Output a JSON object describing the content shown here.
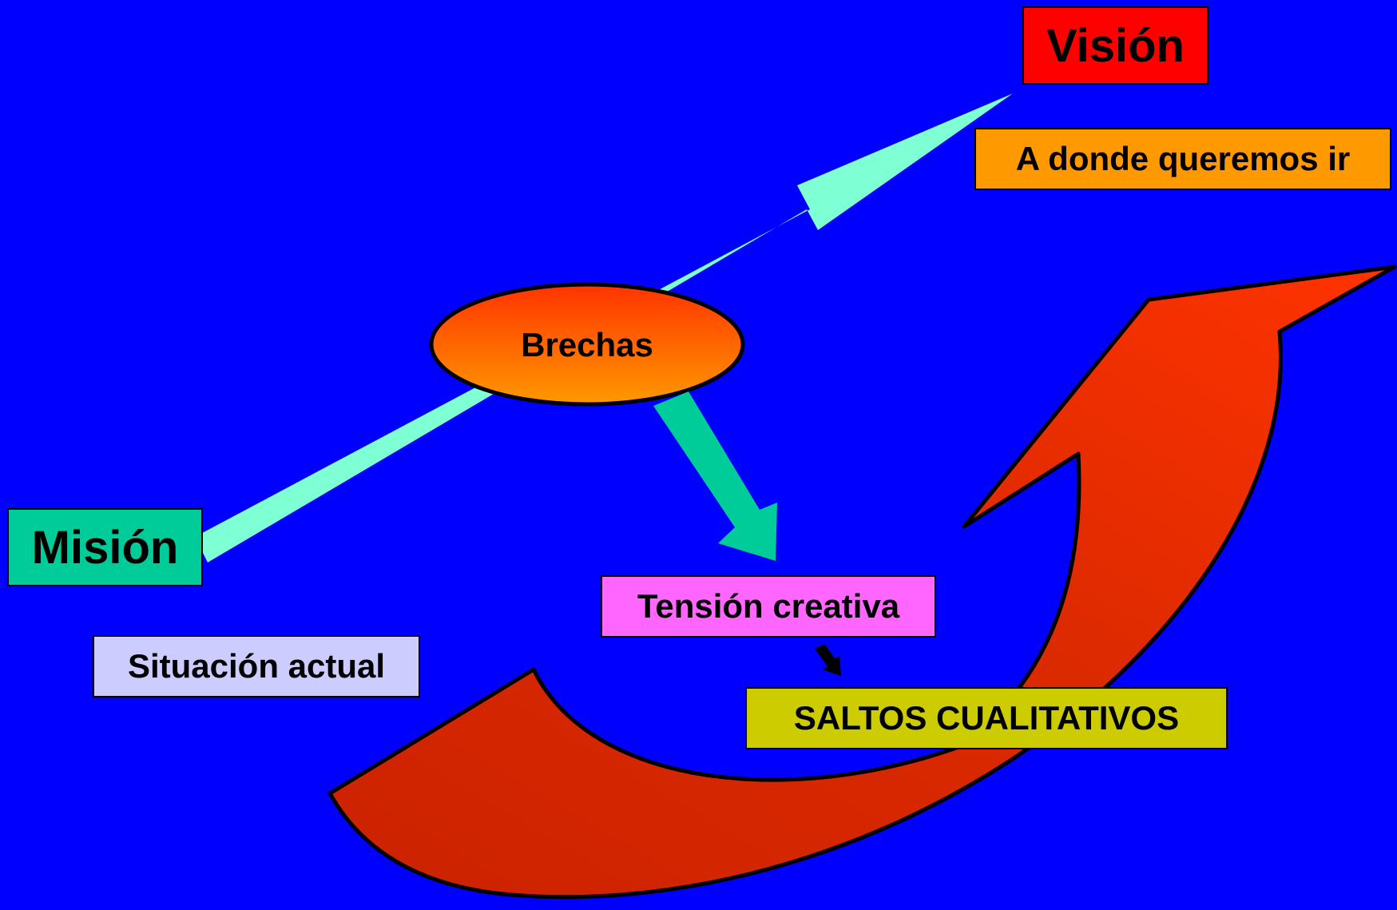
{
  "diagram": {
    "vision": "Visión",
    "goal": "A donde queremos ir",
    "mission": "Misión",
    "current_situation": "Situación actual",
    "gaps": "Brechas",
    "creative_tension": "Tensión creativa",
    "qualitative_leaps": "SALTOS CUALITATIVOS"
  },
  "colors": {
    "background": "#0000ff",
    "vision": "#ff0000",
    "goal": "#ff9900",
    "mission": "#00cc99",
    "current_situation": "#ccccff",
    "creative_tension": "#ff66ff",
    "qualitative_leaps": "#cccc00",
    "main_arrow": "#7fffd4",
    "gaps_arrow": "#00cc99",
    "curved_arrow": "#ff3300"
  }
}
